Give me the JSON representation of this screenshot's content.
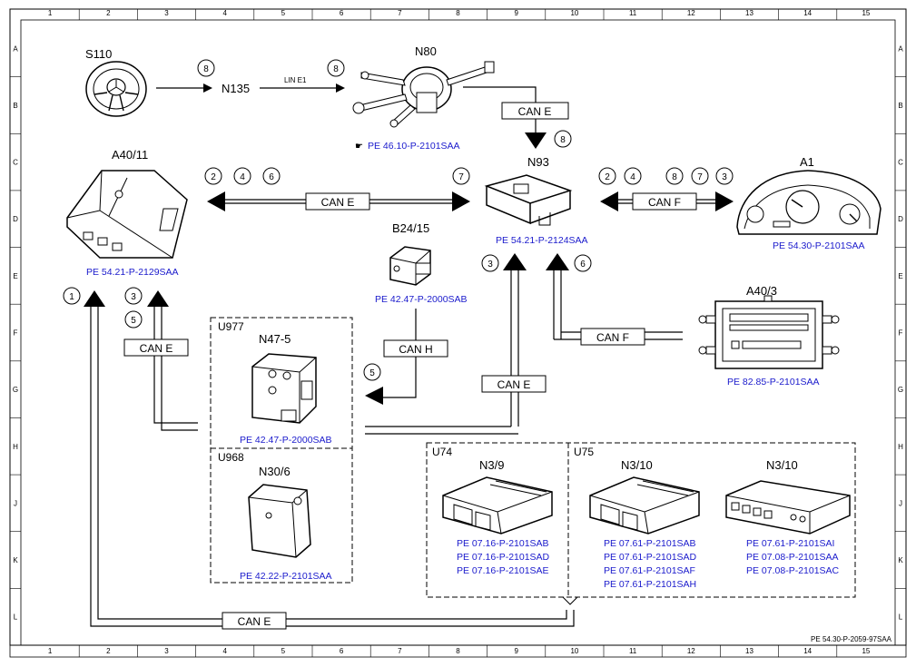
{
  "grid": {
    "cols": [
      "1",
      "2",
      "3",
      "4",
      "5",
      "6",
      "7",
      "8",
      "9",
      "10",
      "11",
      "12",
      "13",
      "14",
      "15"
    ],
    "rows": [
      "A",
      "B",
      "C",
      "D",
      "E",
      "F",
      "G",
      "H",
      "J",
      "K",
      "L"
    ]
  },
  "components": {
    "s110": "S110",
    "n135": "N135",
    "n80": "N80",
    "n93": "N93",
    "a40_11": "A40/11",
    "a1": "A1",
    "b24_15": "B24/15",
    "a40_3": "A40/3",
    "u977": "U977",
    "n47_5": "N47-5",
    "u968": "U968",
    "n30_6": "N30/6",
    "u74": "U74",
    "n3_9": "N3/9",
    "u75": "U75",
    "n3_10a": "N3/10",
    "n3_10b": "N3/10"
  },
  "lines": {
    "line_e1": "LIN E1",
    "can_e_n80": "CAN E",
    "can_e_a40": "CAN E",
    "can_f_a1": "CAN F",
    "can_e_left": "CAN E",
    "can_h": "CAN H",
    "can_e_mid": "CAN E",
    "can_f_a40_3": "CAN F",
    "can_e_bottom": "CAN E"
  },
  "circles": {
    "c_s110": "8",
    "c_n135": "8",
    "c_n80": "8",
    "c_a40_2": "2",
    "c_a40_4": "4",
    "c_a40_6": "6",
    "c_n93_7": "7",
    "c_n93_2": "2",
    "c_n93_4": "4",
    "c_a1_8": "8",
    "c_a1_7": "7",
    "c_a1_3": "3",
    "c_n93_3": "3",
    "c_n93_6": "6",
    "c_left_1": "1",
    "c_left_3": "3",
    "c_left_5": "5",
    "c_canh_5": "5"
  },
  "refs": {
    "n80": "PE 46.10-P-2101SAA",
    "a40_11": "PE 54.21-P-2129SAA",
    "n93": "PE 54.21-P-2124SAA",
    "a1": "PE 54.30-P-2101SAA",
    "b24_15": "PE 42.47-P-2000SAB",
    "a40_3": "PE 82.85-P-2101SAA",
    "n47_5": "PE 42.47-P-2000SAB",
    "n30_6": "PE 42.22-P-2101SAA",
    "n3_9": [
      "PE 07.16-P-2101SAB",
      "PE 07.16-P-2101SAD",
      "PE 07.16-P-2101SAE"
    ],
    "n3_10a": [
      "PE 07.61-P-2101SAB",
      "PE 07.61-P-2101SAD",
      "PE 07.61-P-2101SAF",
      "PE 07.61-P-2101SAH"
    ],
    "n3_10b": [
      "PE 07.61-P-2101SAI",
      "PE 07.08-P-2101SAA",
      "PE 07.08-P-2101SAC"
    ]
  },
  "footer": "PE 54.30-P-2059-97SAA",
  "colors": {
    "ref": "#1a1acc",
    "line": "#000000",
    "background": "#ffffff"
  }
}
